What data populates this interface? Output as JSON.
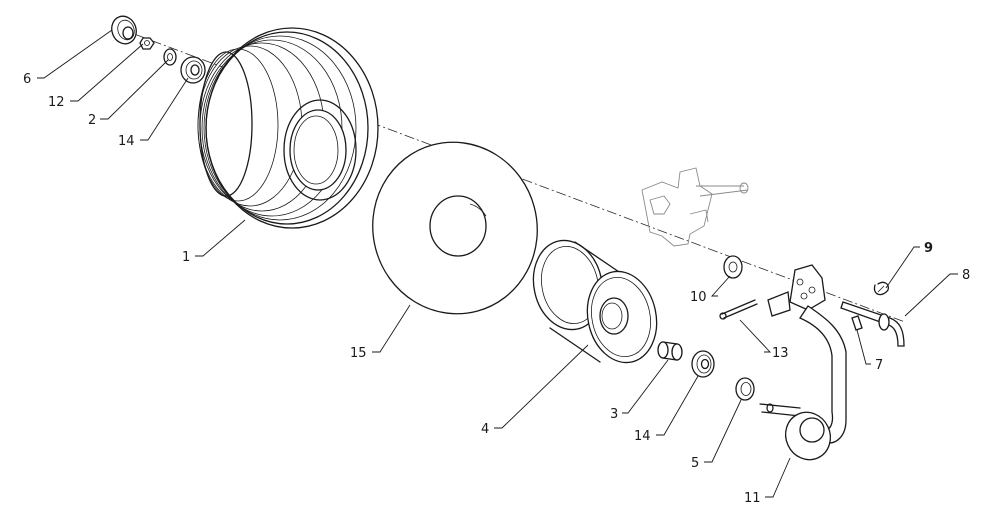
{
  "callouts": {
    "c1": "1",
    "c2": "2",
    "c3": "3",
    "c4": "4",
    "c5": "5",
    "c6": "6",
    "c7": "7",
    "c8": "8",
    "c9": "9",
    "c10": "10",
    "c11": "11",
    "c12": "12",
    "c13": "13",
    "c14a": "14",
    "c14b": "14",
    "c15": "15"
  }
}
